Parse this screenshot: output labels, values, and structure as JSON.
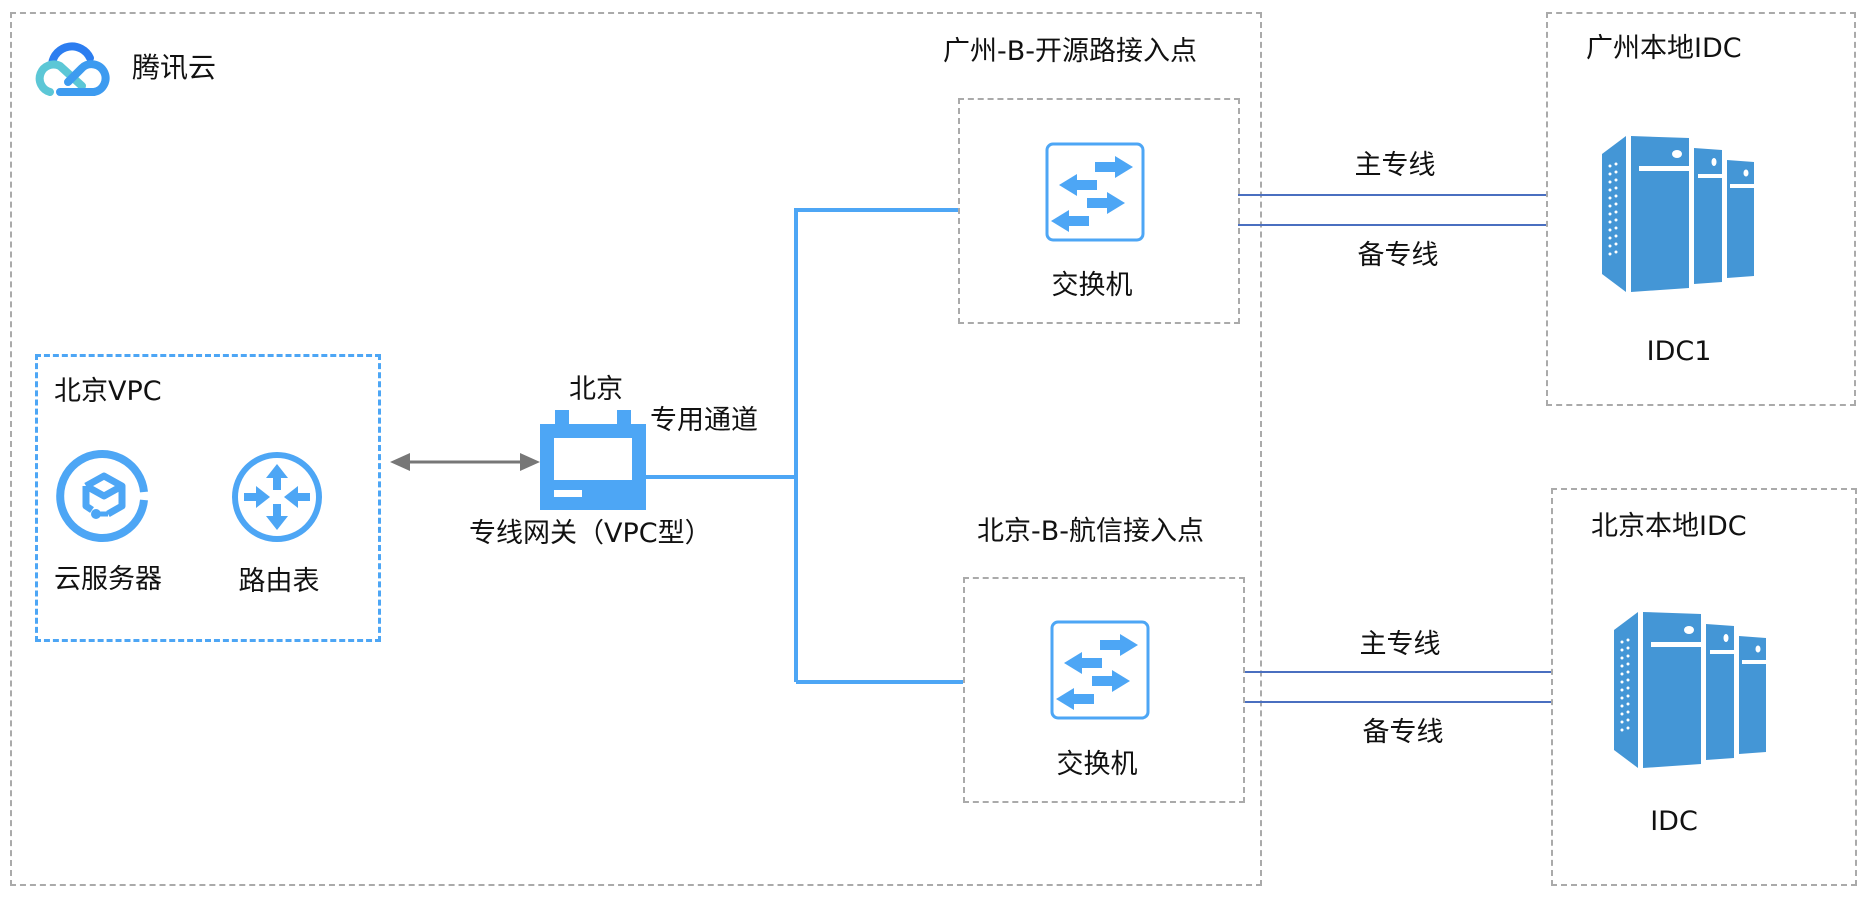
{
  "brand": {
    "name": "腾讯云",
    "icon": "tencent-cloud-logo"
  },
  "vpc": {
    "title": "北京VPC",
    "items": [
      {
        "label": "云服务器",
        "icon": "cloud-server-icon"
      },
      {
        "label": "路由表",
        "icon": "route-table-icon"
      }
    ]
  },
  "gateway": {
    "region": "北京",
    "label": "专线网关（VPC型）",
    "channel_label": "专用通道",
    "icon": "direct-connect-gateway-icon"
  },
  "access_points": [
    {
      "title": "广州-B-开源路接入点",
      "device": "交换机",
      "icon": "switch-icon"
    },
    {
      "title": "北京-B-航信接入点",
      "device": "交换机",
      "icon": "switch-icon"
    }
  ],
  "lines": [
    {
      "primary": "主专线",
      "backup": "备专线"
    },
    {
      "primary": "主专线",
      "backup": "备专线"
    }
  ],
  "idcs": [
    {
      "title": "广州本地IDC",
      "name": "IDC1",
      "icon": "idc-server-icon"
    },
    {
      "title": "北京本地IDC",
      "name": "IDC",
      "icon": "idc-server-icon"
    }
  ],
  "colors": {
    "accent_blue": "#4da6f5",
    "line_blue": "#4a6fc0",
    "server_blue": "#4496d6",
    "dash_gray": "#aaaaaa",
    "arrow_gray": "#777777"
  }
}
